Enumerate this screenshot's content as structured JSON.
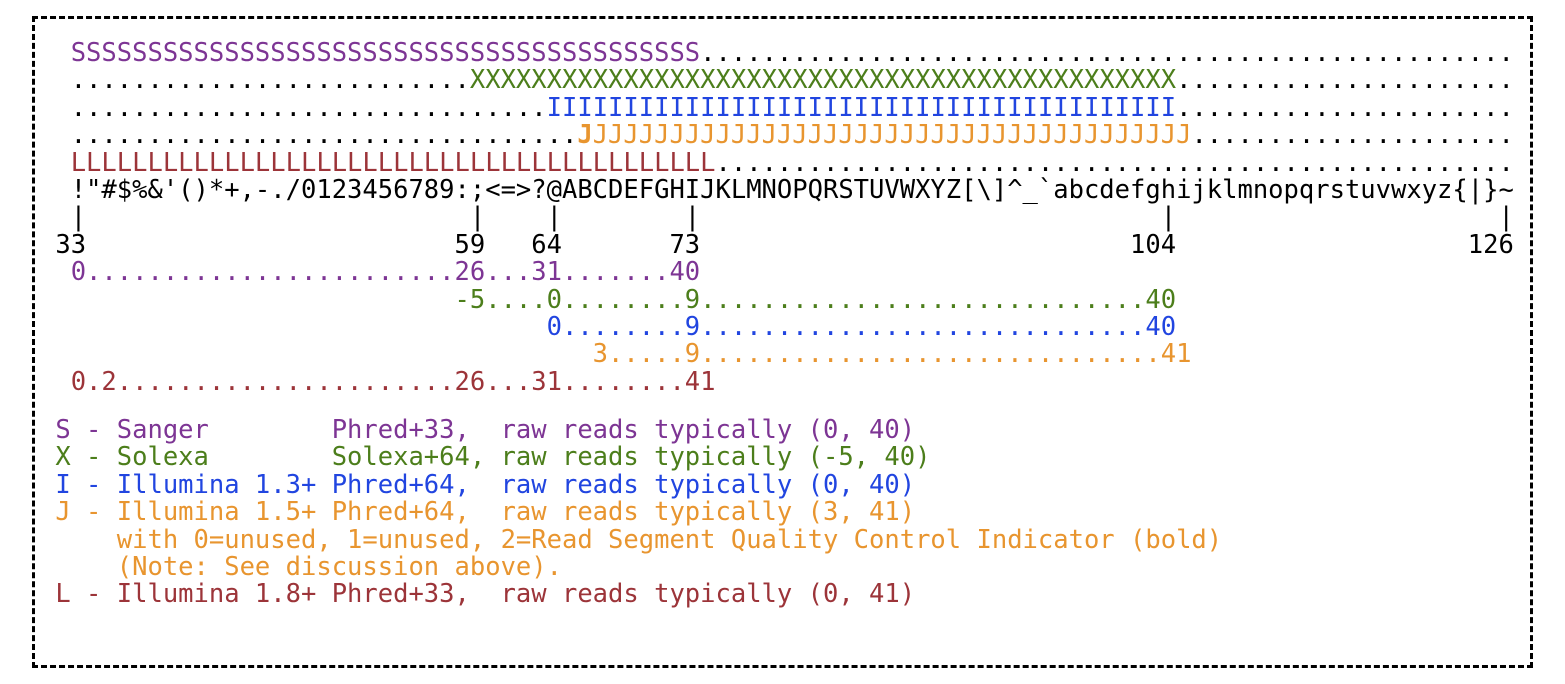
{
  "colors": {
    "sanger": "#7D3594",
    "solexa": "#4C7E1B",
    "illumina13": "#2145E0",
    "illumina15": "#E8952F",
    "illumina18": "#9C3439",
    "ink": "#000000",
    "border": "#000000",
    "background": "#FFFFFF"
  },
  "diagram": {
    "lines": [
      {
        "name": "sanger-range-row",
        "segments": [
          {
            "t": "  SSSSSSSSSSSSSSSSSSSSSSSSSSSSSSSSSSSSSSSSS",
            "c": "sanger",
            "n": "sanger-letters"
          },
          {
            "t": ".....................................................",
            "c": "ink",
            "n": "filler-dots"
          }
        ]
      },
      {
        "name": "solexa-range-row",
        "segments": [
          {
            "t": "  ..........................",
            "c": "ink",
            "n": "filler-dots"
          },
          {
            "t": "XXXXXXXXXXXXXXXXXXXXXXXXXXXXXXXXXXXXXXXXXXXXXX",
            "c": "solexa",
            "n": "solexa-letters"
          },
          {
            "t": "......................",
            "c": "ink",
            "n": "filler-dots"
          }
        ]
      },
      {
        "name": "illumina13-range-row",
        "segments": [
          {
            "t": "  ...............................",
            "c": "ink",
            "n": "filler-dots"
          },
          {
            "t": "IIIIIIIIIIIIIIIIIIIIIIIIIIIIIIIIIIIIIIIII",
            "c": "illumina13",
            "n": "illumina13-letters"
          },
          {
            "t": "......................",
            "c": "ink",
            "n": "filler-dots"
          }
        ]
      },
      {
        "name": "illumina15-range-row",
        "segments": [
          {
            "t": "  .................................",
            "c": "ink",
            "n": "filler-dots"
          },
          {
            "t": "J",
            "c": "illumina15",
            "b": true,
            "n": "rsqci-bold-j"
          },
          {
            "t": "JJJJJJJJJJJJJJJJJJJJJJJJJJJJJJJJJJJJJJJ",
            "c": "illumina15",
            "n": "illumina15-letters"
          },
          {
            "t": ".....................",
            "c": "ink",
            "n": "filler-dots"
          }
        ]
      },
      {
        "name": "illumina18-range-row",
        "segments": [
          {
            "t": "  LLLLLLLLLLLLLLLLLLLLLLLLLLLLLLLLLLLLLLLLLL",
            "c": "illumina18",
            "n": "illumina18-letters"
          },
          {
            "t": "....................................................",
            "c": "ink",
            "n": "filler-dots"
          }
        ]
      },
      {
        "name": "ascii-characters-row",
        "segments": [
          {
            "t": "  !\"#$%&'()*+,-./0123456789:;<=>?@ABCDEFGHIJKLMNOPQRSTUVWXYZ[\\]^_`abcdefghijklmnopqrstuvwxyz{|}~",
            "c": "ink",
            "n": "ascii-characters"
          }
        ]
      },
      {
        "name": "tick-marks-row",
        "segments": [
          {
            "t": "  |                         |    |        |                              |                     |",
            "c": "ink",
            "n": "tick-marks"
          }
        ]
      },
      {
        "name": "ascii-codes-row",
        "segments": [
          {
            "t": " 33                        59   64       73                            104                   126",
            "c": "ink",
            "n": "ascii-code-labels"
          }
        ]
      },
      {
        "name": "sanger-scale-row",
        "segments": [
          {
            "t": "  0........................26...31.......40",
            "c": "sanger",
            "n": "sanger-quality-scale"
          }
        ]
      },
      {
        "name": "solexa-scale-row",
        "segments": [
          {
            "t": "                           -5....0........9.............................40",
            "c": "solexa",
            "n": "solexa-quality-scale"
          }
        ]
      },
      {
        "name": "illumina13-scale-row",
        "segments": [
          {
            "t": "                                 0........9.............................40",
            "c": "illumina13",
            "n": "illumina13-quality-scale"
          }
        ]
      },
      {
        "name": "illumina15-scale-row",
        "segments": [
          {
            "t": "                                    3.....9..............................41",
            "c": "illumina15",
            "n": "illumina15-quality-scale"
          }
        ]
      },
      {
        "name": "illumina18-scale-row",
        "segments": [
          {
            "t": "  0.2......................26...31........41",
            "c": "illumina18",
            "n": "illumina18-quality-scale"
          }
        ]
      }
    ]
  },
  "legend": {
    "lines": [
      {
        "name": "legend-sanger-row",
        "segments": [
          {
            "t": " S - Sanger        Phred+33,  raw reads typically (0, 40)",
            "c": "sanger",
            "n": "legend-sanger-text"
          }
        ]
      },
      {
        "name": "legend-solexa-row",
        "segments": [
          {
            "t": " X - Solexa        Solexa+64, raw reads typically (-5, 40)",
            "c": "solexa",
            "n": "legend-solexa-text"
          }
        ]
      },
      {
        "name": "legend-illumina13-row",
        "segments": [
          {
            "t": " I - Illumina 1.3+ Phred+64,  raw reads typically (0, 40)",
            "c": "illumina13",
            "n": "legend-illumina13-text"
          }
        ]
      },
      {
        "name": "legend-illumina15-row",
        "segments": [
          {
            "t": " J - Illumina 1.5+ Phred+64,  raw reads typically (3, 41)",
            "c": "illumina15",
            "n": "legend-illumina15-text"
          }
        ]
      },
      {
        "name": "legend-illumina15-note1-row",
        "segments": [
          {
            "t": "     with 0=unused, 1=unused, 2=Read Segment Quality Control Indicator (bold)",
            "c": "illumina15",
            "n": "legend-illumina15-note1-text"
          }
        ]
      },
      {
        "name": "legend-illumina15-note2-row",
        "segments": [
          {
            "t": "     (Note: See discussion above).",
            "c": "illumina15",
            "n": "legend-illumina15-note2-text"
          }
        ]
      },
      {
        "name": "legend-illumina18-row",
        "segments": [
          {
            "t": " L - Illumina 1.8+ Phred+33,  raw reads typically (0, 41)",
            "c": "illumina18",
            "n": "legend-illumina18-text"
          }
        ]
      }
    ]
  }
}
